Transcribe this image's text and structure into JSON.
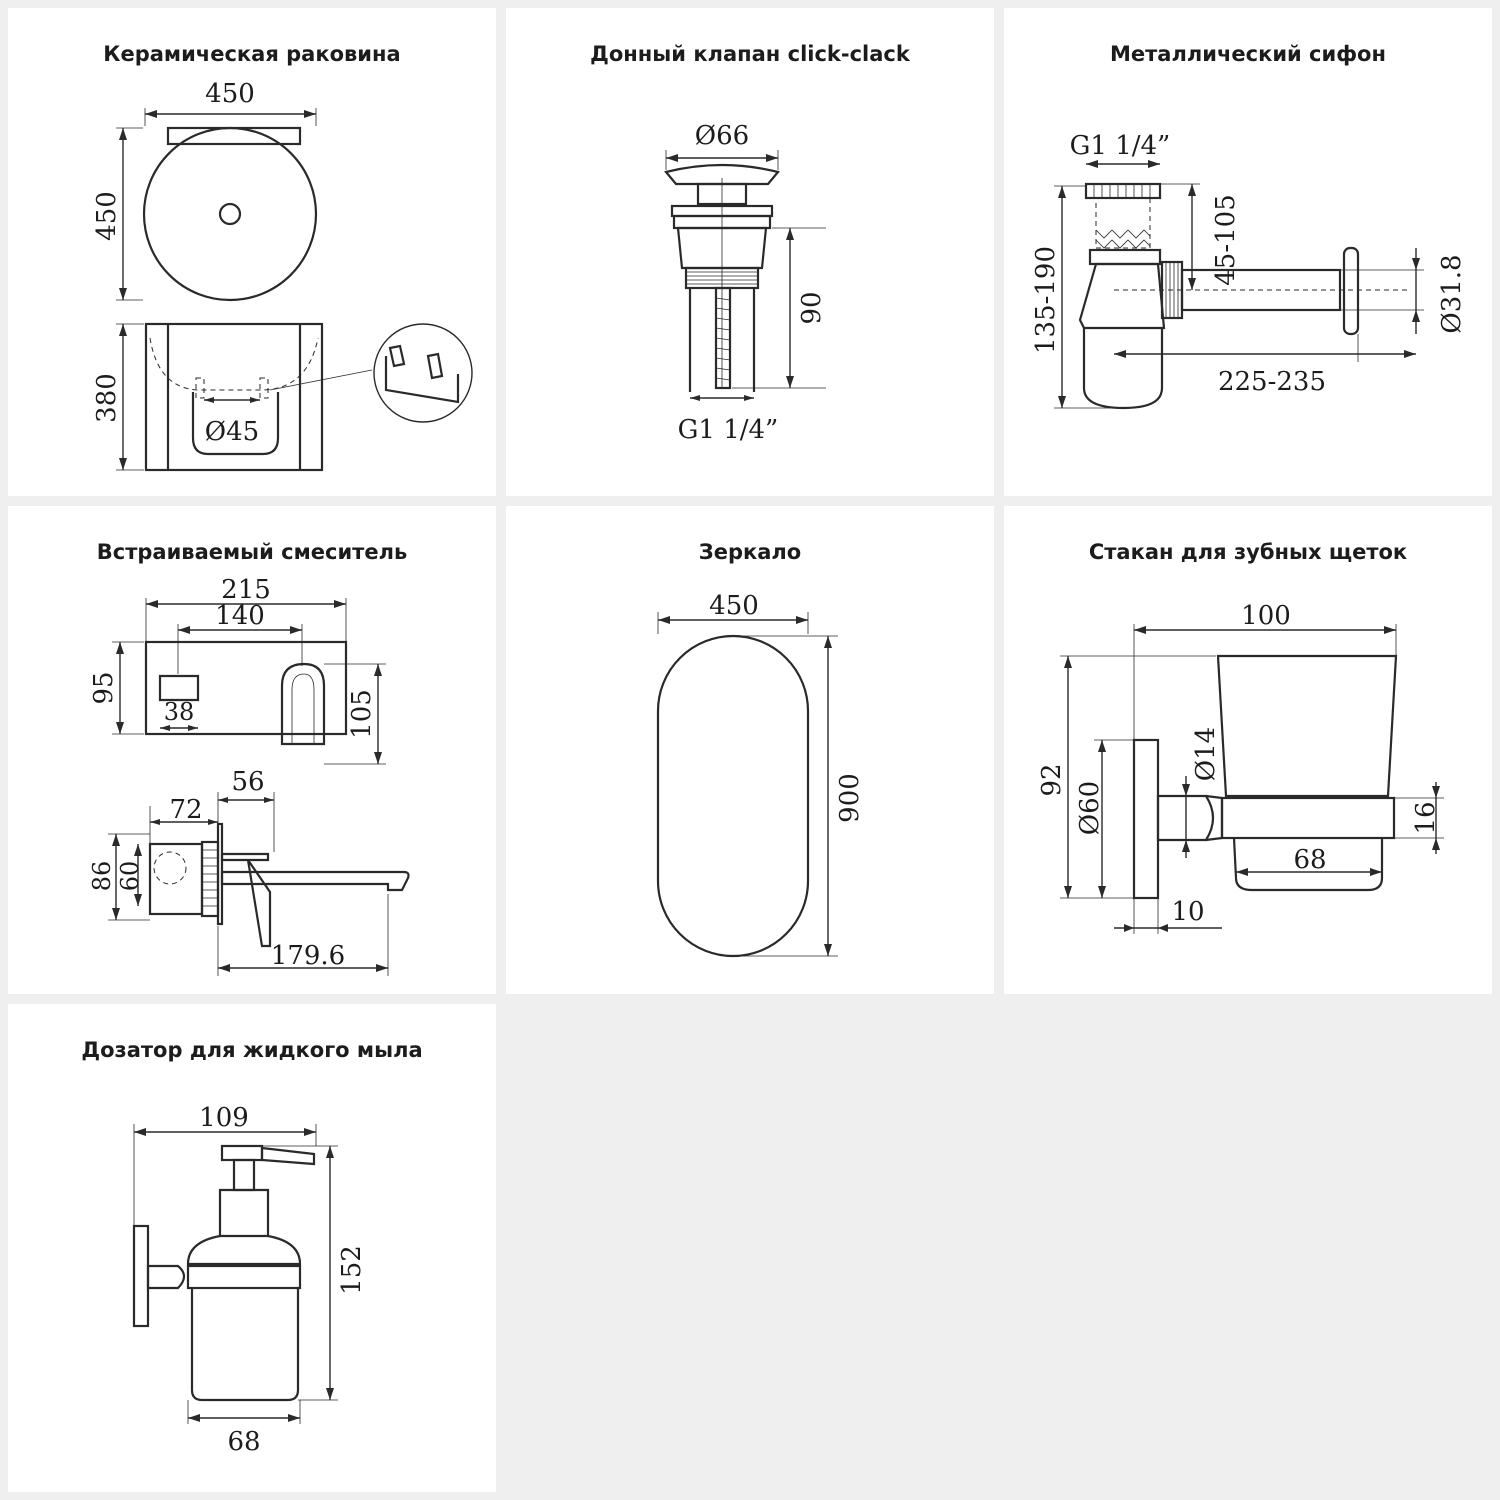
{
  "panels": {
    "sink": {
      "title": "Керамическая раковина",
      "dims": {
        "width_top": "450",
        "depth": "450",
        "height": "380",
        "drain": "Ø45"
      }
    },
    "valve": {
      "title": "Донный клапан click-clack",
      "dims": {
        "diameter": "Ø66",
        "height": "90",
        "thread": "G1 1/4”"
      }
    },
    "siphon": {
      "title": "Металлический сифон",
      "dims": {
        "thread": "G1 1/4”",
        "height_range": "135-190",
        "adjust_range": "45-105",
        "pipe_diameter": "Ø31.8",
        "length_range": "225-235"
      }
    },
    "mixer": {
      "title": "Встраиваемый смеситель",
      "dims": {
        "width": "215",
        "spacing": "140",
        "plate_height": "95",
        "lever_height": "105",
        "handle": "38",
        "body_depth": "72",
        "plate_depth": "56",
        "height_outer": "86",
        "height_inner": "60",
        "spout": "179.6"
      }
    },
    "mirror": {
      "title": "Зеркало",
      "dims": {
        "width": "450",
        "height": "900"
      }
    },
    "tumbler": {
      "title": "Стакан для зубных щеток",
      "dims": {
        "width": "100",
        "height": "92",
        "base_diameter": "Ø60",
        "rod_diameter": "Ø14",
        "ring_height": "16",
        "glass_diameter": "68",
        "rod_offset": "10"
      }
    },
    "dispenser": {
      "title": "Дозатор для жидкого мыла",
      "dims": {
        "width": "109",
        "height": "152",
        "bottle_width": "68"
      }
    }
  }
}
